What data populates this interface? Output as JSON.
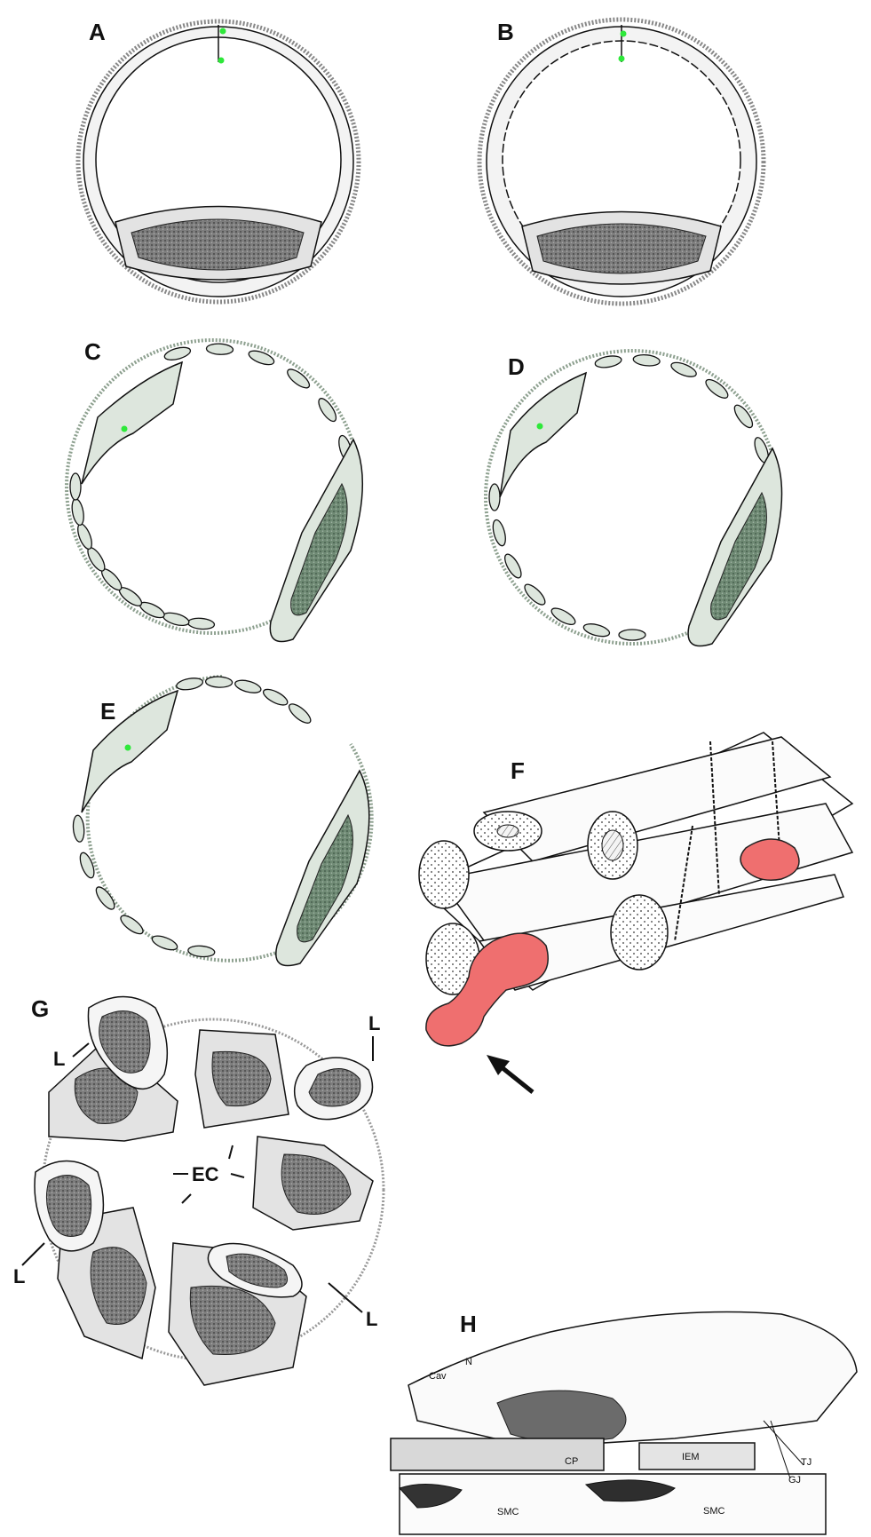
{
  "panels": {
    "A": "A",
    "B": "B",
    "C": "C",
    "D": "D",
    "E": "E",
    "F": "F",
    "G": "G",
    "H": "H"
  },
  "g_labels": {
    "lumen": "L",
    "ec": "EC"
  },
  "h_labels": {
    "cav": "Cav",
    "n": "N",
    "cp": "CP",
    "iem": "IEM",
    "tj": "TJ",
    "gj": "GJ",
    "smc": "SMC"
  },
  "colors": {
    "ink": "#111111",
    "tissue_gray": "#e3e3e3",
    "tissue_green": "#dde6dd",
    "nucleus_gray": "#8a8a8a",
    "nucleus_green": "#6e8672",
    "highlight": "#ef6f6f",
    "junction_marker": "#2ee83a"
  }
}
